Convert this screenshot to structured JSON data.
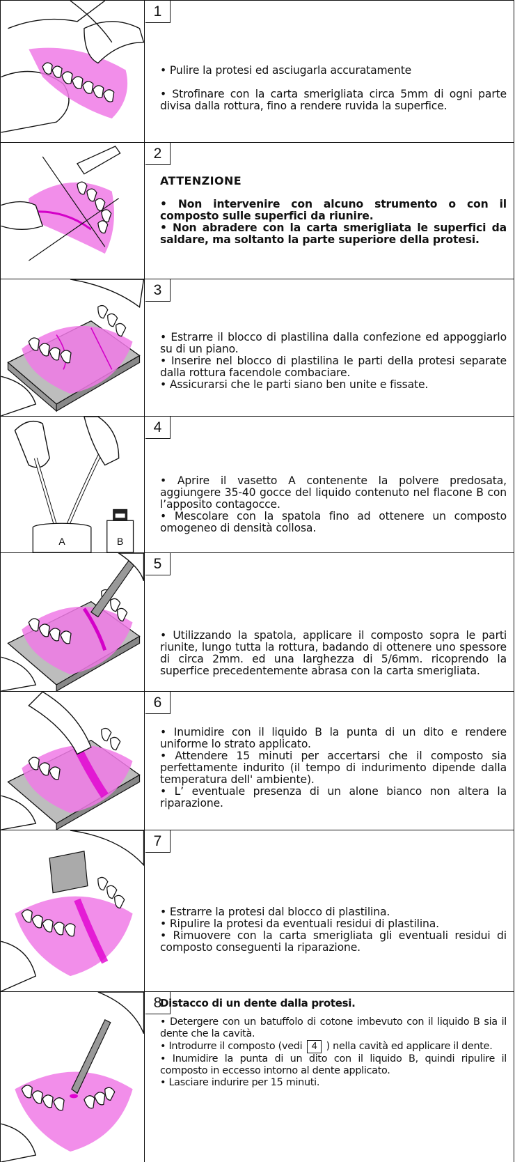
{
  "steps": [
    {
      "number": "1",
      "paragraphs": [
        "• Pulire la protesi ed asciugarla accuratamente",
        "• Strofinare con la carta smerigliata circa 5mm di ogni parte divisa dalla rottura, fino a rendere ruvida la superfice."
      ]
    },
    {
      "number": "2",
      "heading": "ATTENZIONE",
      "paragraphs": [
        "• Non intervenire con alcuno strumento o con il composto sulle superfici da riunire.",
        "• Non abradere con la carta smerigliata le superfici da saldare, ma soltanto la parte superiore della protesi."
      ]
    },
    {
      "number": "3",
      "paragraphs": [
        "• Estrarre il blocco di plastilina dalla confezione ed appoggiarlo su di un piano.",
        "• Inserire nel blocco di plastilina le parti della protesi separate dalla rottura facendole combaciare.",
        "• Assicurarsi che le parti siano ben unite e fissate."
      ]
    },
    {
      "number": "4",
      "figure_labels": {
        "jar": "A",
        "bottle": "B"
      },
      "paragraphs": [
        "• Aprire il vasetto A contenente la polvere predosata, aggiungere 35-40 gocce del liquido contenuto nel flacone B con l’apposito contagocce.",
        "• Mescolare con la spatola fino ad ottenere un composto omogeneo di densità collosa."
      ]
    },
    {
      "number": "5",
      "paragraphs": [
        "• Utilizzando la spatola, applicare il composto sopra le parti riunite, lungo tutta la rottura, badando di ottenere uno spessore di circa 2mm. ed una larghezza di 5/6mm. ricoprendo la superfice precedentemente abrasa con la carta smerigliata."
      ]
    },
    {
      "number": "6",
      "paragraphs": [
        "• Inumidire con il liquido B la punta di un dito e rendere uniforme lo strato applicato.",
        "• Attendere 15 minuti per accertarsi che il composto sia perfettamente indurito (il tempo di indurimento dipende dalla temperatura dell' ambiente).",
        "• L’ eventuale presenza di un alone bianco non altera la riparazione."
      ]
    },
    {
      "number": "7",
      "paragraphs": [
        "• Estrarre la protesi dal blocco di plastilina.",
        "• Ripulire la protesi da eventuali residui di plastilina.",
        "• Rimuovere con la carta smerigliata gli eventuali residui di composto conseguenti la riparazione."
      ]
    },
    {
      "number": "8",
      "heading": "Distacco di un dente dalla protesi.",
      "paragraphs": [
        "• Detergere con un batuffolo di cotone imbevuto con il liquido B sia il dente che la cavità.",
        "• Introdurre il composto (vedi",
        "4",
        ") nella cavità ed applicare il dente.",
        "• Inumidire la punta di un dito con il liquido B, quindi ripulire il composto in eccesso intorno al dente applicato.",
        "• Lasciare indurire per 15 minuti."
      ]
    }
  ],
  "colors": {
    "gum": "#f07ae6",
    "line": "#111111",
    "paper": "#ffffff",
    "block": "#bdbdbd"
  }
}
